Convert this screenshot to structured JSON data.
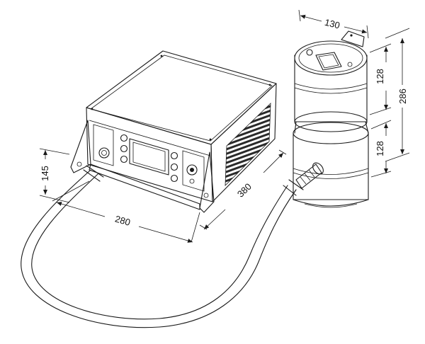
{
  "dimensions": {
    "controller_height": "145",
    "controller_width": "280",
    "controller_depth": "380",
    "sensor_diameter": "130",
    "sensor_total_height": "286",
    "sensor_upper_section": "128",
    "sensor_lower_section": "128"
  }
}
